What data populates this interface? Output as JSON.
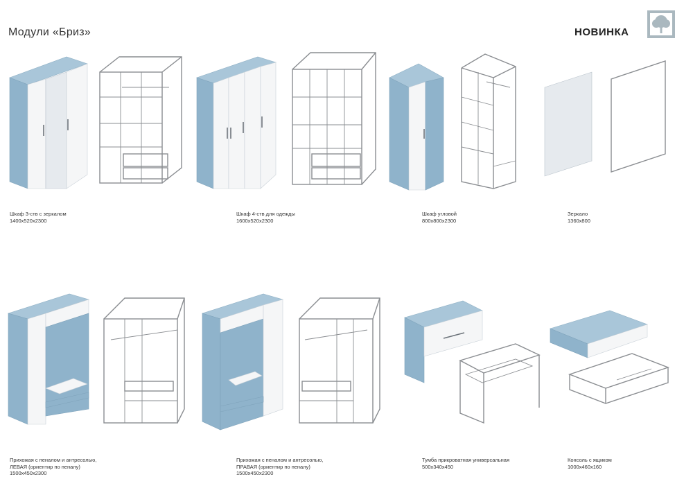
{
  "header": {
    "title": "Модули «Бриз»",
    "badge": "НОВИНКА",
    "logo_icon": "tree-logo-icon"
  },
  "colors": {
    "accent_blue": "#a9c6d9",
    "frame_gray": "#8a8d91",
    "logo_bg": "#aab8bf"
  },
  "products": [
    {
      "name": "Шкаф 3-ств с зеркалом",
      "note": "",
      "size": "1400x520x2300"
    },
    {
      "name": "Шкаф 4-ств для одежды",
      "note": "",
      "size": "1600x520x2300"
    },
    {
      "name": "Шкаф угловой",
      "note": "",
      "size": "800x800x2300"
    },
    {
      "name": "Зеркало",
      "note": "",
      "size": "1360x800"
    },
    {
      "name": "Прихожая с пеналом и антресолью,",
      "note": "ЛЕВАЯ (ориентир по пеналу)",
      "size": "1500x450x2300"
    },
    {
      "name": "Прихожая с пеналом и антресолью,",
      "note": "ПРАВАЯ (ориентир по пеналу)",
      "size": "1500x450x2300"
    },
    {
      "name": "Тумба прикроватная универсальная",
      "note": "",
      "size": "500x340x450"
    },
    {
      "name": "Консоль с ящиком",
      "note": "",
      "size": "1000x460x160"
    }
  ]
}
